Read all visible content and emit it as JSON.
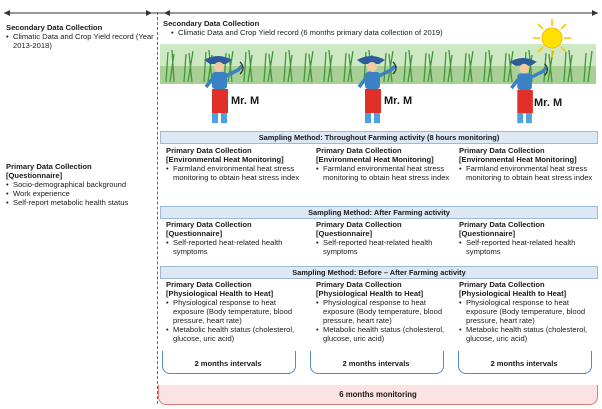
{
  "left": {
    "secondary": {
      "title": "Secondary Data Collection",
      "items": [
        "Climatic Data and Crop Yield record (Year 2013-2018)"
      ]
    },
    "primary": {
      "title": "Primary Data Collection",
      "subtitle": "[Questionnaire]",
      "items": [
        "Socio-demographical background",
        "Work experience",
        "Self-report metabolic health status"
      ]
    }
  },
  "right_header": {
    "title": "Secondary Data Collection",
    "item": "Climatic Data and Crop Yield record (6 months primary data collection of 2019)"
  },
  "farmer_label": "Mr. M",
  "banners": {
    "throughout": "Sampling Method: Throughout Farming activity (8 hours monitoring)",
    "after": "Sampling Method: After Farming activity",
    "before_after": "Sampling Method: Before – After Farming activity"
  },
  "env": {
    "title": "Primary Data Collection",
    "subtitle": "[Environmental Heat Monitoring]",
    "item": "Farmland environmental heat stress monitoring to obtain heat stress index"
  },
  "quest": {
    "title": "Primary Data Collection",
    "subtitle": "[Questionnaire]",
    "item": "Self-reported heat-related health symptoms"
  },
  "phys": {
    "title": "Primary Data Collection",
    "subtitle": "[Physiological Health to Heat]",
    "item1": "Physiological response to heat exposure (Body temperature, blood pressure, heart rate)",
    "item2": "Metabolic health status (cholesterol, glucose, uric acid)"
  },
  "interval_label": "2 months intervals",
  "monitoring_label": "6 months monitoring",
  "colors": {
    "banner_bg": "#dce8f4",
    "brace_blue": "#5a87c5",
    "monitor_red": "#e07b7b",
    "farmer_shirt": "#3b82c4",
    "farmer_pants": "#e0302a",
    "sun": "#ffd400",
    "grass": "#3f9a3a"
  },
  "icons": [
    "sun-icon",
    "farmer-icon",
    "arrow-left-icon",
    "arrow-right-icon"
  ]
}
